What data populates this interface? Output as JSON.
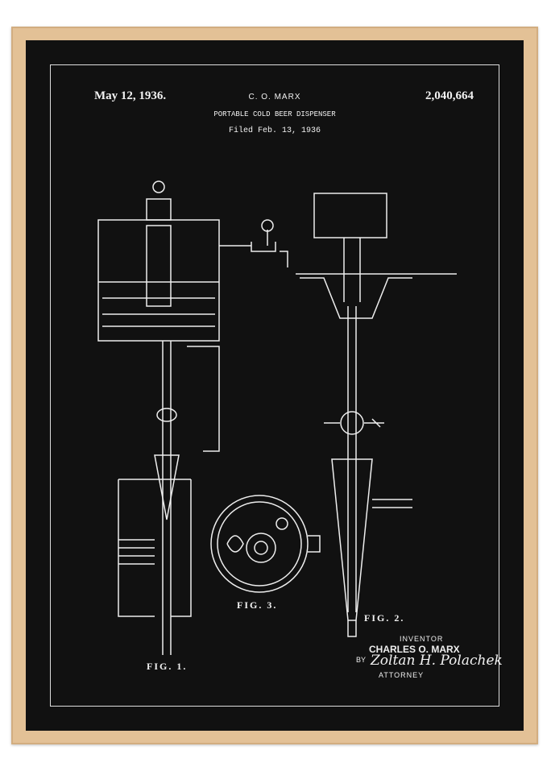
{
  "patent": {
    "date": "May 12, 1936.",
    "inventor_header": "C. O. MARX",
    "number": "2,040,664",
    "title": "PORTABLE COLD BEER DISPENSER",
    "filed": "Filed Feb. 13, 1936"
  },
  "figures": {
    "fig1": "FIG. 1.",
    "fig2": "FIG. 2.",
    "fig3": "FIG. 3."
  },
  "signature": {
    "inventor_label": "INVENTOR",
    "inventor_name": "CHARLES O. MARX",
    "by_label": "BY",
    "attorney_signature": "Zoltan H. Polachek",
    "attorney_label": "ATTORNEY"
  },
  "colors": {
    "frame": "#e3c196",
    "poster": "#111111",
    "ink": "#f2f2f2"
  }
}
